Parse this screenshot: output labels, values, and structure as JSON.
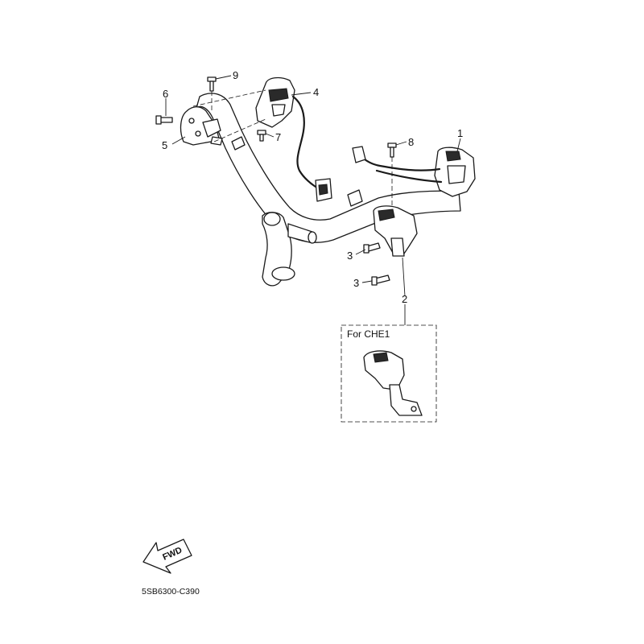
{
  "callouts": {
    "n1": "1",
    "n2": "2",
    "n3a": "3",
    "n3b": "3",
    "n4": "4",
    "n5": "5",
    "n6": "6",
    "n7": "7",
    "n8": "8",
    "n9": "9"
  },
  "inset_label": "For CHE1",
  "fwd_label": "FWD",
  "diagram_code": "5SB6300-C390"
}
